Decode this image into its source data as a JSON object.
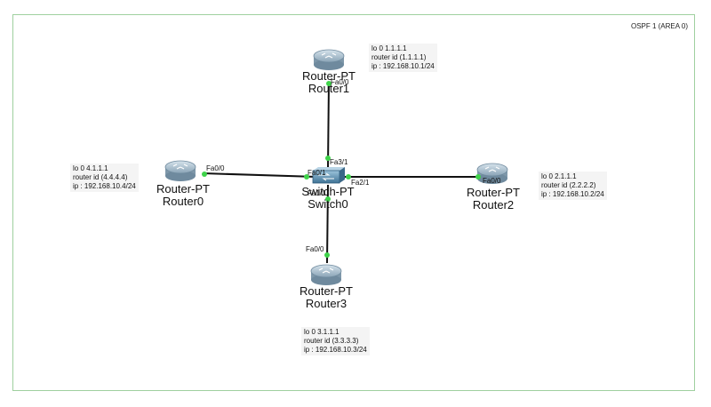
{
  "area_label": "OSPF 1 (AREA 0)",
  "colors": {
    "link": "#111111",
    "port_dot": "#3fd34a",
    "frame": "#9fd09f",
    "router_body": "#9fb6c6",
    "switch_body": "#5d8fb0"
  },
  "devices": {
    "router1": {
      "model": "Router-PT",
      "name": "Router1"
    },
    "router0": {
      "model": "Router-PT",
      "name": "Router0"
    },
    "router2": {
      "model": "Router-PT",
      "name": "Router2"
    },
    "router3": {
      "model": "Router-PT",
      "name": "Router3"
    },
    "switch0": {
      "model": "Switch-PT",
      "name": "Switch0"
    }
  },
  "ports": {
    "r1_fa": "Fa0/0",
    "r0_fa": "Fa0/0",
    "r2_fa": "Fa0/0",
    "r3_fa": "Fa0/0",
    "sw_fa3": "Fa3/1",
    "sw_fa0": "Fa0/1",
    "sw_fa2": "Fa2/1",
    "sw_fa1": "Fa1/1"
  },
  "notes": {
    "router1": {
      "lo": "lo 0 1.1.1.1",
      "rid": "router id (1.1.1.1)",
      "ip": "ip : 192.168.10.1/24"
    },
    "router0": {
      "lo": "lo 0 4.1.1.1",
      "rid": "router id (4.4.4.4)",
      "ip": "ip : 192.168.10.4/24"
    },
    "router2": {
      "lo": "lo 0 2.1.1.1",
      "rid": "router id (2.2.2.2)",
      "ip": "ip : 192.168.10.2/24"
    },
    "router3": {
      "lo": "lo 0 3.1.1.1",
      "rid": "router id (3.3.3.3)",
      "ip": "ip : 192.168.10.3/24"
    }
  }
}
